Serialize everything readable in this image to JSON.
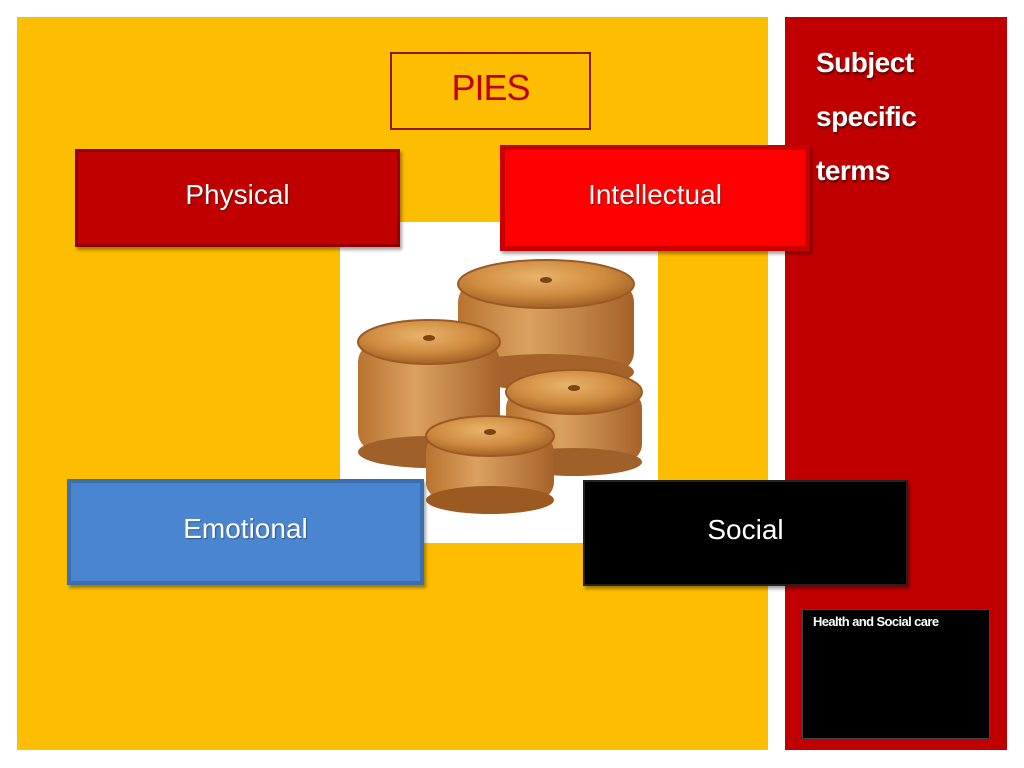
{
  "slide": {
    "title": "PIES",
    "side_heading": [
      "Subject",
      "specific",
      "terms"
    ],
    "boxes": {
      "physical": "Physical",
      "intellectual": "Intellectual",
      "emotional": "Emotional",
      "social": "Social"
    },
    "footer_box": "Health and Social care",
    "image": "pork-pies-photo"
  },
  "colors": {
    "yellow_background": "#fdbd00",
    "red_panel": "#c00000",
    "physical": "#c00000",
    "intellectual": "#ff0000",
    "emotional": "#4a86d0",
    "social": "#000000",
    "title_text": "#c00000"
  }
}
